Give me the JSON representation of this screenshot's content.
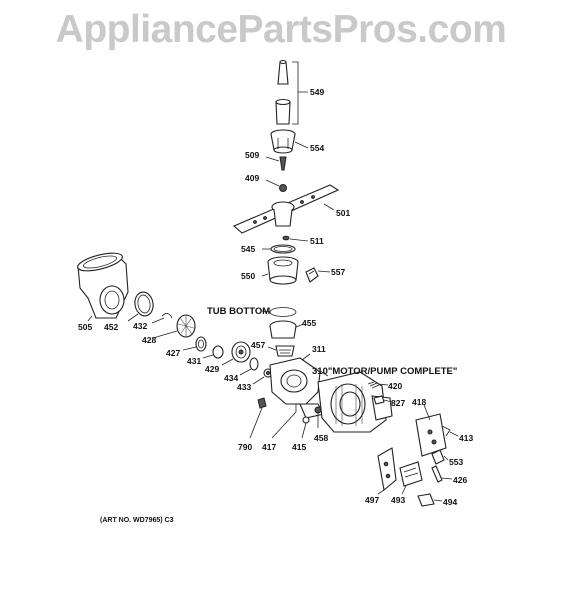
{
  "watermark": "AppliancePartsPros.com",
  "section_labels": {
    "tub_bottom": "TUB BOTTOM",
    "motor_pump": "310\"MOTOR/PUMP COMPLETE\""
  },
  "art_number": "(ART NO. WD7965) C3",
  "part_numbers": {
    "p549": "549",
    "p554": "554",
    "p509": "509",
    "p409": "409",
    "p501": "501",
    "p511": "511",
    "p545": "545",
    "p550": "550",
    "p557": "557",
    "p505": "505",
    "p452": "452",
    "p432": "432",
    "p428": "428",
    "p455": "455",
    "p427": "427",
    "p431": "431",
    "p429": "429",
    "p434": "434",
    "p457": "457",
    "p433": "433",
    "p311": "311",
    "p420": "420",
    "p827": "827",
    "p418": "418",
    "p413": "413",
    "p790": "790",
    "p417": "417",
    "p415": "415",
    "p458": "458",
    "p553": "553",
    "p426": "426",
    "p497": "497",
    "p493": "493",
    "p494": "494"
  }
}
